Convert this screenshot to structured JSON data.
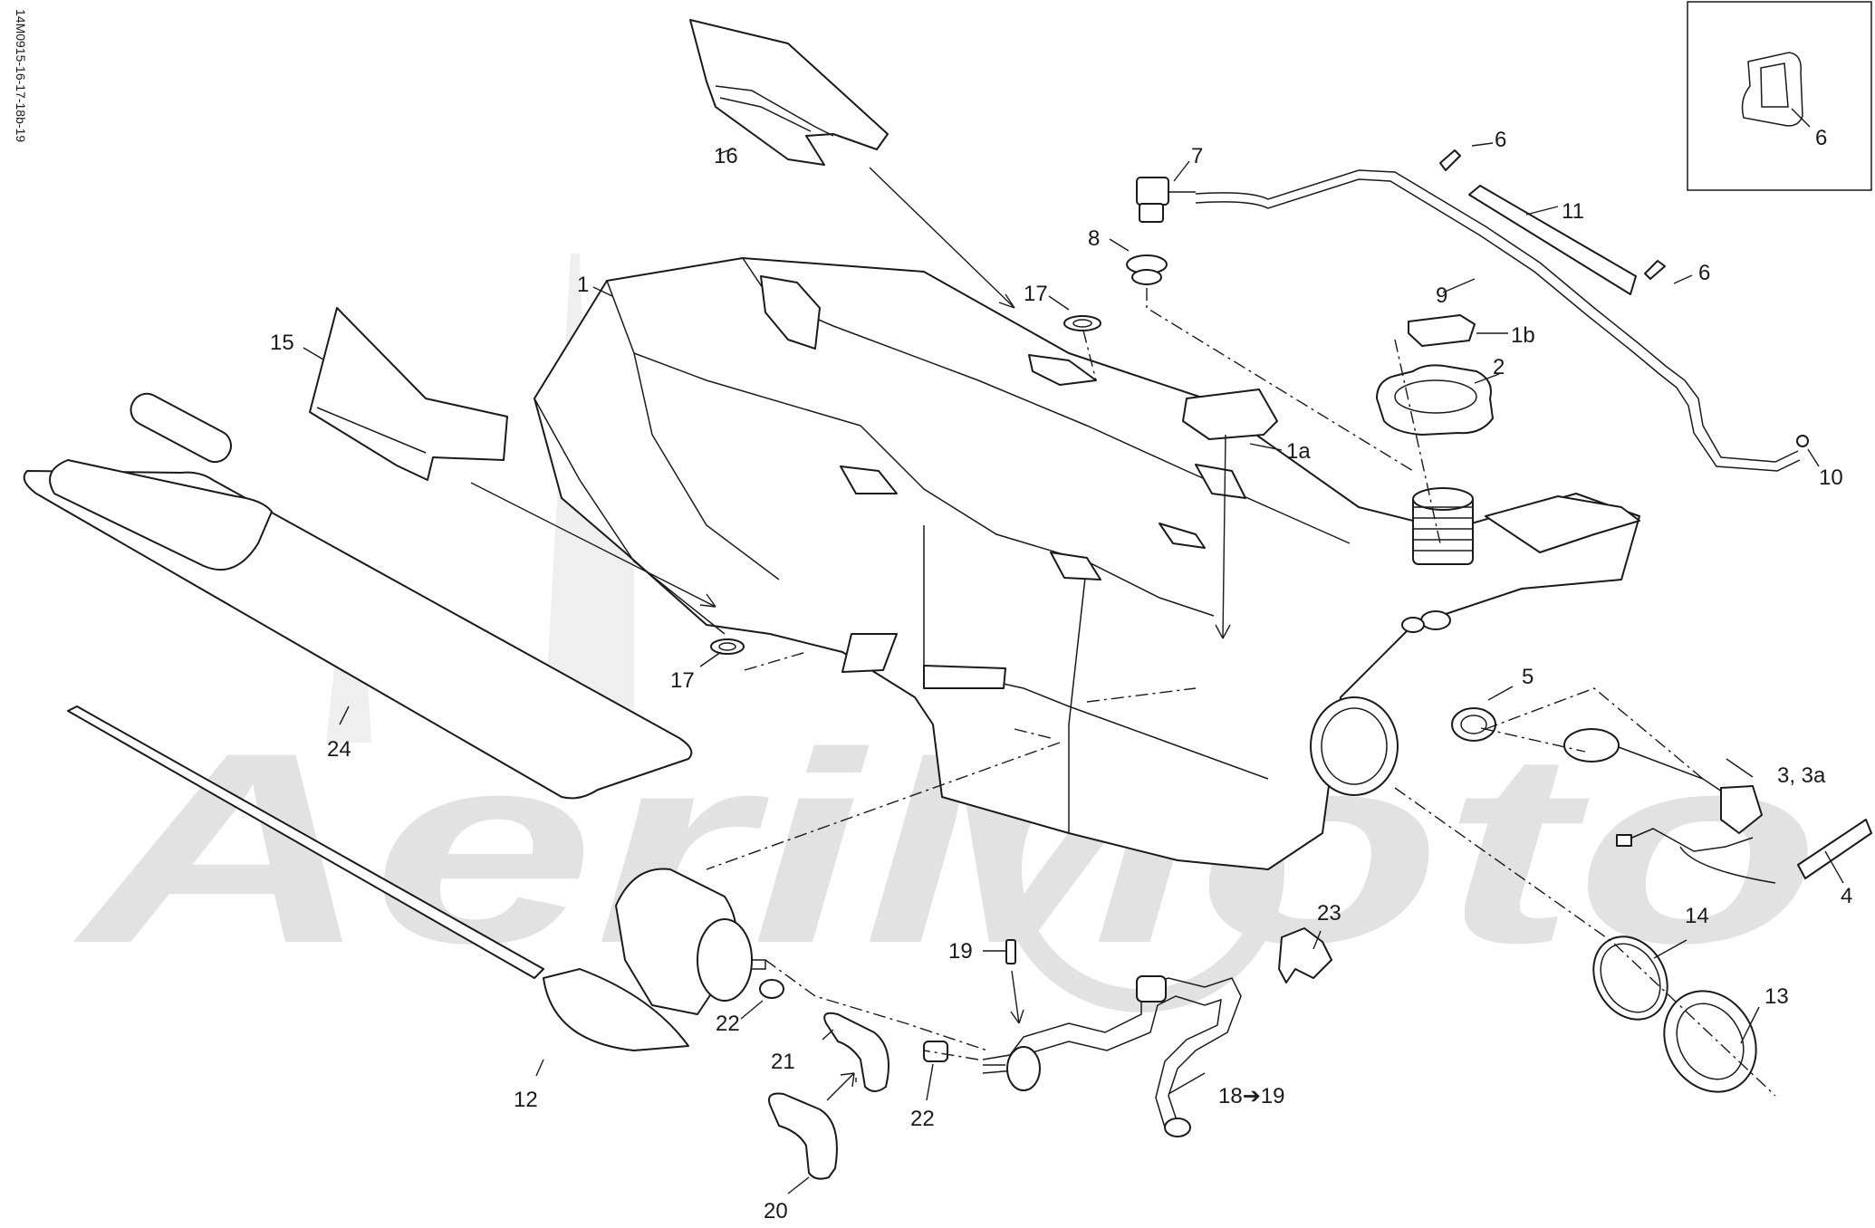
{
  "diagram_code": "14M0915-16-17-18b-19",
  "watermark_text": "AeriMoto",
  "inset_label": "6",
  "callouts": [
    "1",
    "1a",
    "1b",
    "2",
    "3, 3a",
    "4",
    "5",
    "6",
    "6",
    "7",
    "8",
    "9",
    "10",
    "11",
    "12",
    "13",
    "14",
    "15",
    "16",
    "17",
    "17",
    "18➔19",
    "19",
    "20",
    "21",
    "22",
    "22",
    "23",
    "24"
  ],
  "colors": {
    "line": "#1a1a1a",
    "watermark": "#e2e2e2",
    "background": "#ffffff"
  }
}
